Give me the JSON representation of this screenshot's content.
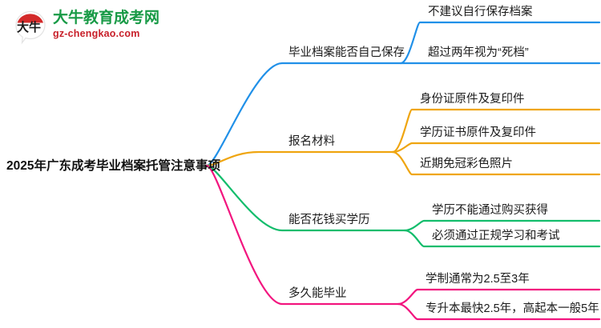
{
  "logo": {
    "mark_text": "大牛",
    "title": "大牛教育成考网",
    "subtitle": "gz-chengkao.com",
    "title_color": "#189a46",
    "subtitle_color": "#c8202a",
    "mark_color": "#d32a2a"
  },
  "mindmap": {
    "type": "mindmap",
    "root": {
      "label": "2025年广东成考毕业档案托管注意事项"
    },
    "branches": [
      {
        "label": "毕业档案能否自己保存",
        "color": "#2090e8",
        "children": [
          {
            "label": "不建议自行保存档案"
          },
          {
            "label": "超过两年视为“死档”"
          }
        ]
      },
      {
        "label": "报名材料",
        "color": "#efa510",
        "children": [
          {
            "label": "身份证原件及复印件"
          },
          {
            "label": "学历证书原件及复印件"
          },
          {
            "label": "近期免冠彩色照片"
          }
        ]
      },
      {
        "label": "能否花钱买学历",
        "color": "#13bd6c",
        "children": [
          {
            "label": "学历不能通过购买获得"
          },
          {
            "label": "必须通过正规学习和考试"
          }
        ]
      },
      {
        "label": "多久能毕业",
        "color": "#f2157f",
        "children": [
          {
            "label": "学制通常为2.5至3年"
          },
          {
            "label": "专升本最快2.5年，高起本一般5年"
          }
        ]
      }
    ]
  }
}
